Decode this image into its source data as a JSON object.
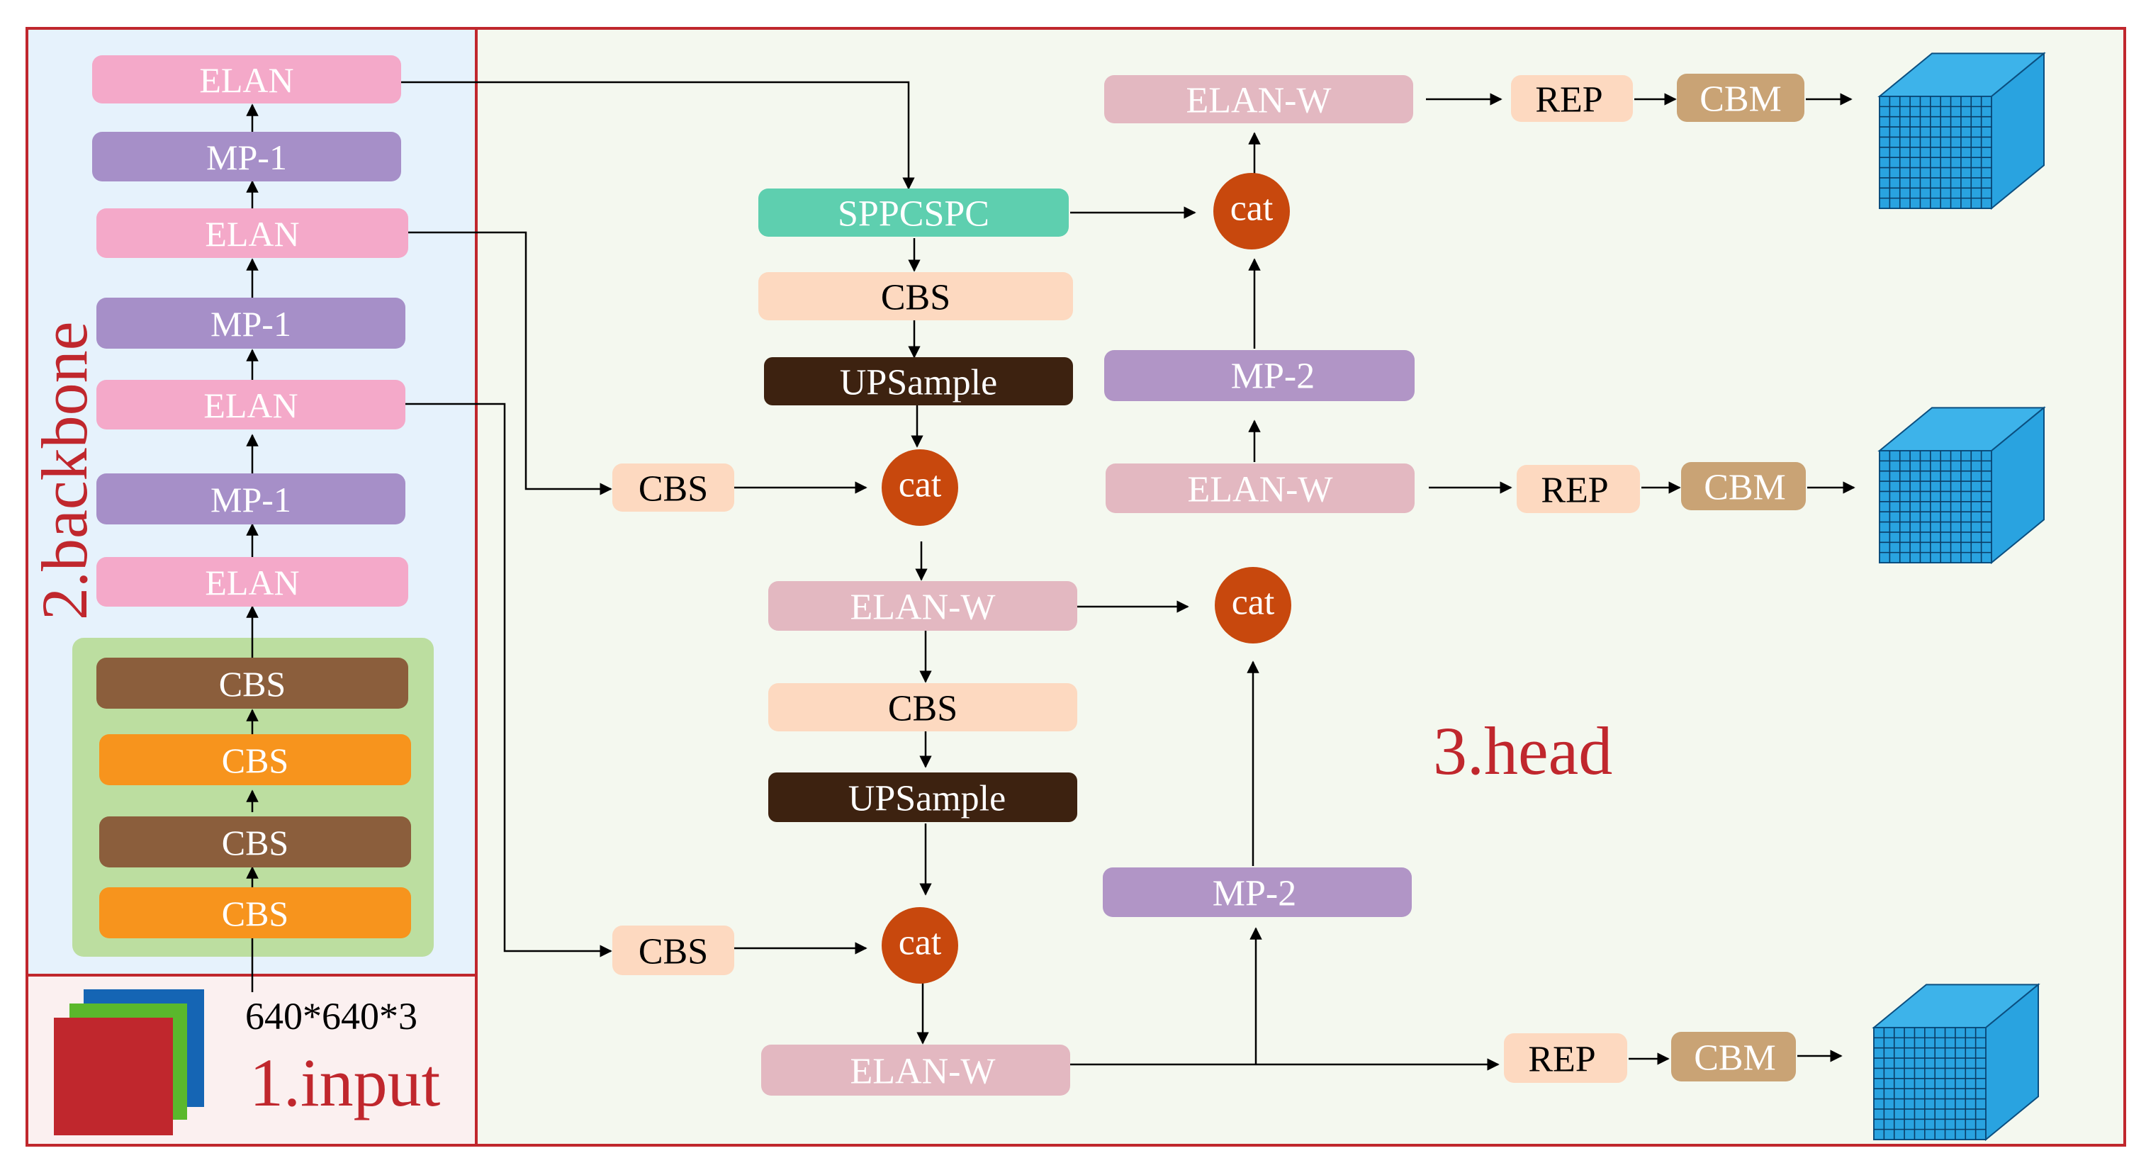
{
  "sections": {
    "input": "1.input",
    "backbone": "2.backbone",
    "head": "3.head"
  },
  "input_size": "640*640*3",
  "backbone": {
    "stem": [
      "CBS",
      "CBS",
      "CBS",
      "CBS"
    ],
    "blocks": [
      "ELAN",
      "MP-1",
      "ELAN",
      "MP-1",
      "ELAN",
      "MP-1",
      "ELAN"
    ]
  },
  "head": {
    "sppcspc": "SPPCSPC",
    "cbs": "CBS",
    "upsample": "UPSample",
    "cat": "cat",
    "elan_w": "ELAN-W",
    "mp2": "MP-2",
    "rep": "REP",
    "cbm": "CBM"
  },
  "colors": {
    "frame": "#c0272d",
    "backbone_bg": "#e6f2fc",
    "head_bg": "#f4f8ef",
    "input_bg": "#fbf0f0",
    "stem_bg": "#bcdea0",
    "elan": "#f4a9c9",
    "mp1": "#a68fc8",
    "cbs_brown": "#8b5e3c",
    "cbs_orange": "#f7941d",
    "sppcspc": "#5ecfaf",
    "cbs_peach": "#fdd9c0",
    "upsample": "#3d2210",
    "cat": "#c8480d",
    "elan_w": "#e3b8c1",
    "mp2": "#b195c6",
    "rep": "#fdd9c0",
    "cbm": "#c9a375",
    "cube": "#29a3e0"
  }
}
